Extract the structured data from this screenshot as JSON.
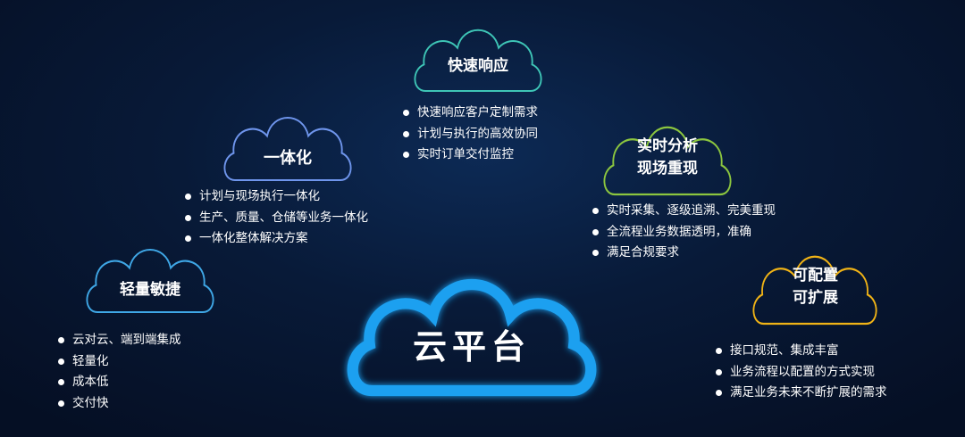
{
  "colors": {
    "background": "#081a38",
    "cloud_teal": "#3ec5b6",
    "cloud_blue": "#6f95ec",
    "cloud_lightblue": "#3fa7e6",
    "cloud_green": "#8cc63f",
    "cloud_yellow": "#f0b316",
    "cloud_center": "#1ea0f0"
  },
  "center": {
    "title": "云平台"
  },
  "nodes": {
    "fast_response": {
      "title_lines": [
        "快速响应"
      ],
      "items": [
        "快速响应客户定制需求",
        "计划与执行的高效协同",
        "实时订单交付监控"
      ]
    },
    "integration": {
      "title_lines": [
        "一体化"
      ],
      "items": [
        "计划与现场执行一体化",
        "生产、质量、仓储等业务一体化",
        "一体化整体解决方案"
      ]
    },
    "lightweight": {
      "title_lines": [
        "轻量敏捷"
      ],
      "items": [
        "云对云、端到端集成",
        "轻量化",
        "成本低",
        "交付快"
      ]
    },
    "realtime": {
      "title_lines": [
        "实时分析",
        "现场重现"
      ],
      "items": [
        "实时采集、逐级追溯、完美重现",
        "全流程业务数据透明，准确",
        "满足合规要求"
      ]
    },
    "configurable": {
      "title_lines": [
        "可配置",
        "可扩展"
      ],
      "items": [
        "接口规范、集成丰富",
        "业务流程以配置的方式实现",
        "满足业务未来不断扩展的需求"
      ]
    }
  }
}
